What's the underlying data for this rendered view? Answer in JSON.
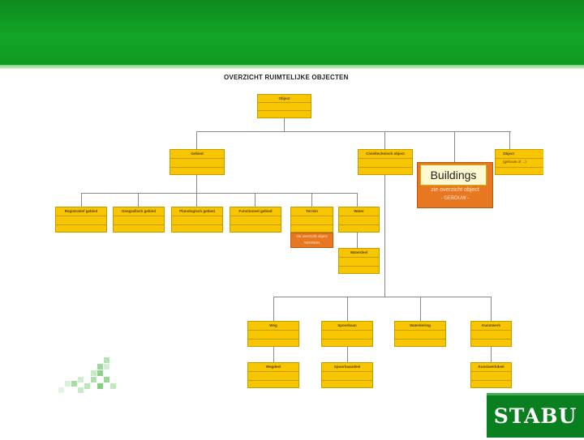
{
  "slide": {
    "title": "OVERZICHT RUIMTELIJKE OBJECTEN",
    "overlay_label": "Buildings",
    "logo_text": "STABU"
  },
  "colors": {
    "banner": "#13a526",
    "box_fill": "#f7c600",
    "box_border": "#c79a00",
    "reference_fill": "#e87722",
    "logo": "#0a7f1f"
  },
  "nodes": {
    "object": "Object",
    "gebied": "Gebied",
    "civiel": "Civieltechnisch object",
    "object_partial": "Object",
    "object_partial_sub": "(gebouw of ...)",
    "registratief": "Registratief gebied",
    "geografisch": "Geografisch gebied",
    "planologisch": "Planologisch gebied",
    "functioneel": "Functioneel gebied",
    "terrein": "Terrein",
    "water": "Water",
    "waterdeel": "Waterdeel",
    "weg": "Weg",
    "spoorbaan": "Spoorbaan",
    "waterkering": "Waterkering",
    "kunstwerk": "Kunstwerk",
    "wegdeel": "Wegdeel",
    "spoorbaandeel": "Spoorbaandeel",
    "kunstwerkdeel": "Kunstwerkdeel"
  },
  "references": {
    "gebouw_line1": "zie overzicht object",
    "gebouw_line2": "- GEBOUW -",
    "terrein_line1": "zie overzicht object",
    "terrein_line2": "TERREIN"
  }
}
